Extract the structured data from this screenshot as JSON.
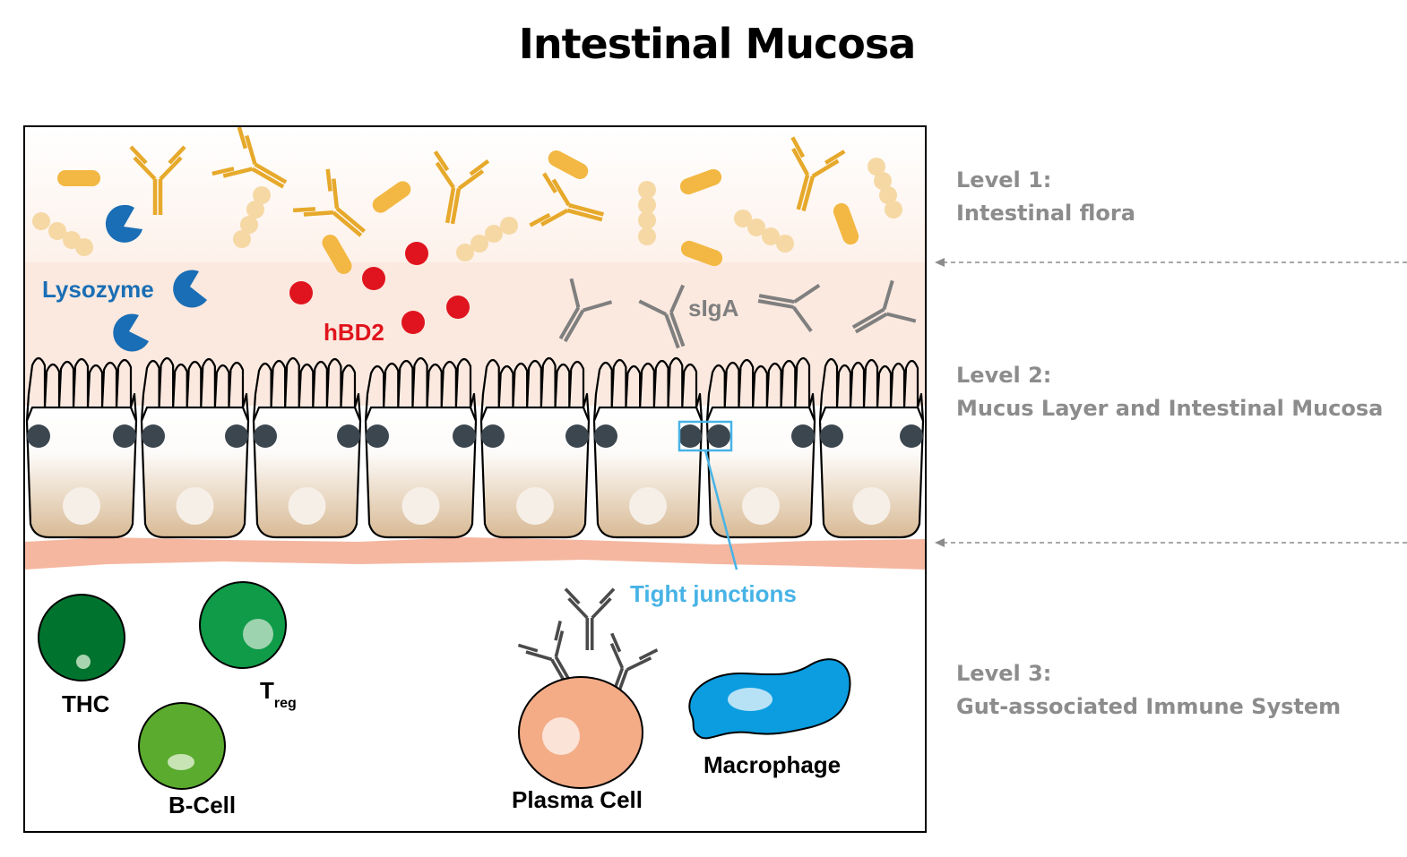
{
  "title": "Intestinal Mucosa",
  "levels": [
    {
      "heading": "Level 1:",
      "text": "Intestinal flora"
    },
    {
      "heading": "Level 2:",
      "text": "Mucus Layer and Intestinal Mucosa"
    },
    {
      "heading": "Level 3:",
      "text": "Gut-associated Immune System"
    }
  ],
  "labels": {
    "lysozyme": "Lysozyme",
    "hbd2": "hBD2",
    "siga": "sIgA",
    "tight_junctions": "Tight junctions",
    "thc": "THC",
    "treg_main": "T",
    "treg_sub": "reg",
    "bcell": "B-Cell",
    "plasma_cell": "Plasma Cell",
    "macrophage": "Macrophage"
  },
  "colors": {
    "bacteria": "#f2b843",
    "bacteria_round": "#f5d8a4",
    "lysozyme": "#1a6eb5",
    "hbd2": "#e0141e",
    "siga": "#7f7f7f",
    "mucus": "#fbe9df",
    "lamina": "#f5b7a0",
    "tight_junctions": "#47b3e6",
    "thc": "#00732f",
    "treg": "#0f9b48",
    "bcell": "#5aab2e",
    "plasma": "#f3ac86",
    "macrophage": "#0b9de0"
  }
}
